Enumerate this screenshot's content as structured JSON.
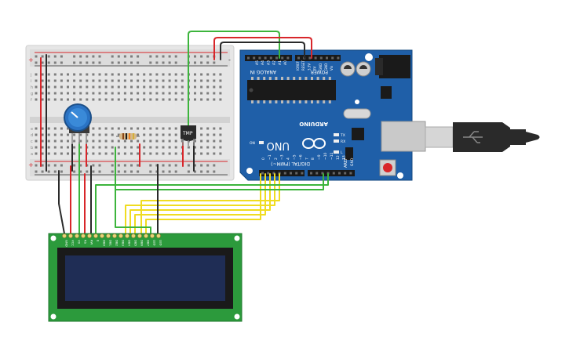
{
  "board": {
    "brand": "ARDUINO",
    "model": "UNO",
    "header_digital": "DIGITAL (PWM~)",
    "header_power": "POWER",
    "header_analog": "ANALOG IN",
    "aref": "AREF",
    "gnd": "GND",
    "tx_label": "TX",
    "rx_label": "RX",
    "l_label": "L",
    "on_label": "ON",
    "digital_pins": [
      "0",
      "~1",
      "2",
      "~3",
      "4",
      "~5",
      "~6",
      "7",
      "8",
      "~9",
      "~10",
      "~11",
      "12",
      "13"
    ],
    "analog_pins": [
      "A0",
      "A1",
      "A2",
      "A3",
      "A4",
      "A5"
    ],
    "power_pins": [
      "IOREF",
      "RESET",
      "3.3V",
      "5V",
      "GND",
      "GND",
      "Vin"
    ]
  },
  "sensor": {
    "label": "TMP"
  },
  "breadboard": {
    "rows_top": [
      "j",
      "i",
      "h",
      "g",
      "f"
    ],
    "rows_bottom": [
      "e",
      "d",
      "c",
      "b",
      "a"
    ],
    "rail_plus": "+",
    "rail_minus": "-"
  },
  "lcd": {
    "pins": [
      "GND",
      "VCC",
      "V0",
      "RS",
      "RW",
      "E",
      "DB0",
      "DB1",
      "DB2",
      "DB3",
      "DB4",
      "DB5",
      "DB6",
      "DB7",
      "LED",
      "LED"
    ]
  },
  "colors": {
    "board": "#1f5fa8",
    "breadboard": "#e6e6e6",
    "lcd_pcb": "#2c9a3c",
    "lcd_screen": "#1f2d55",
    "wire_yellow": "#f0dc20",
    "wire_green": "#3cb43c",
    "wire_red": "#d8262a",
    "wire_black": "#2a2a2a",
    "potentiometer": "#2a73c4"
  }
}
